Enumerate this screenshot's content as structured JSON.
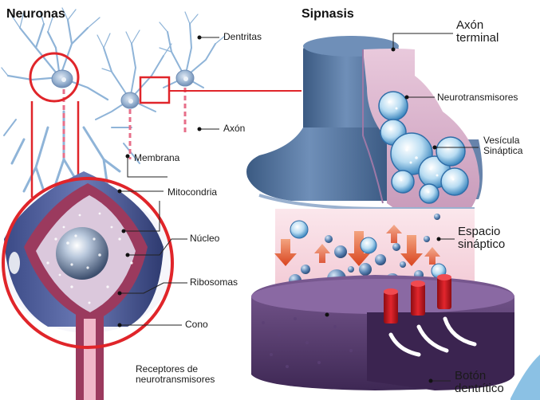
{
  "titles": {
    "neuronas": "Neuronas",
    "sipnasis": "Sipnasis"
  },
  "neuron_labels": {
    "dentritas": "Dentritas",
    "axon": "Axón",
    "membrana": "Membrana",
    "mitocondria": "Mitocondria",
    "nucleo": "Núcleo",
    "ribosomas": "Ribosomas",
    "cono": "Cono",
    "receptores": "Receptores de\nneurotransmisores"
  },
  "synapse_labels": {
    "axon_terminal": "Axón\nterminal",
    "neurotransmisores": "Neurotransmisores",
    "vesicula": "Vesícula\nSináptica",
    "espacio": "Espacio\nsináptico",
    "boton": "Botón\ndentrítico"
  },
  "colors": {
    "neuron_blue": "#7aa6cf",
    "highlight_red": "#e0252a",
    "terminal_blue": "#4f6f98",
    "dendritic_purple": "#5a3e72",
    "receptor_red": "#c8161d",
    "cleft_pink": "#f2d3dc"
  }
}
